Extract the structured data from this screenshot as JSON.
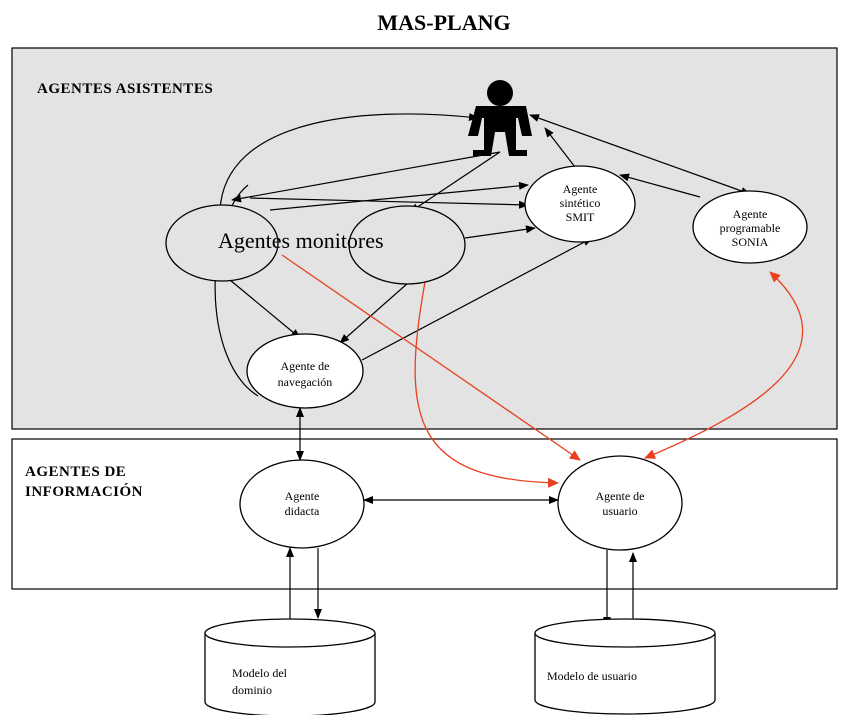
{
  "title": "MAS-PLANG",
  "sections": {
    "assistants": "AGENTES ASISTENTES",
    "information_line1": "AGENTES DE",
    "information_line2": "INFORMACIÓN"
  },
  "nodes": {
    "monitores": "Agentes monitores",
    "sintetico_line1": "Agente",
    "sintetico_line2": "sintético",
    "sintetico_line3": "SMIT",
    "programable_line1": "Agente",
    "programable_line2": "programable",
    "programable_line3": "SONIA",
    "navegacion_line1": "Agente de",
    "navegacion_line2": "navegación",
    "didacta_line1": "Agente",
    "didacta_line2": "didacta",
    "usuario_line1": "Agente de",
    "usuario_line2": "usuario"
  },
  "databases": {
    "dominio_line1": "Modelo del",
    "dominio_line2": "dominio",
    "usuario": "Modelo de usuario"
  },
  "colors": {
    "panel": "#e3e3e3",
    "red_arrow": "#e8401f",
    "black": "#000000"
  },
  "icons": {
    "user": "person-icon"
  }
}
